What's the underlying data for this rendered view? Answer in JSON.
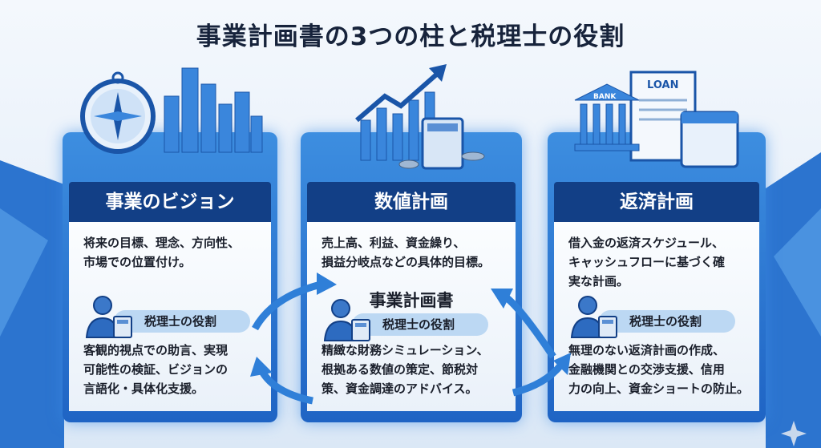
{
  "title": "事業計画書の3つの柱と税理士の役割",
  "center_label": "事業計画書",
  "illustration_labels": {
    "bank": "BANK",
    "loan": "LOAN"
  },
  "colors": {
    "header": "#123f86",
    "frame": "#2f7fd8",
    "pill": "#bcd8f3"
  },
  "pillars": [
    {
      "heading": "事業のビジョン",
      "description": [
        "将来の目標、理念、方向性、",
        "市場での位置付け。"
      ],
      "role_label": "税理士の役割",
      "role_text": [
        "客観的視点での助言、実現",
        "可能性の検証、ビジョンの",
        "言語化・具体化支援。"
      ]
    },
    {
      "heading": "数値計画",
      "description": [
        "売上高、利益、資金繰り、",
        "損益分岐点などの具体的目標。"
      ],
      "role_label": "税理士の役割",
      "role_text": [
        "精緻な財務シミュレーション、",
        "根拠ある数値の策定、節税対",
        "策、資金調達のアドバイス。"
      ]
    },
    {
      "heading": "返済計画",
      "description": [
        "借入金の返済スケジュール、",
        "キャッシュフローに基づく確",
        "実な計画。"
      ],
      "role_label": "税理士の役割",
      "role_text": [
        "無理のない返済計画の作成、",
        "金融機関との交渉支援、信用",
        "力の向上、資金ショートの防止。"
      ]
    }
  ]
}
